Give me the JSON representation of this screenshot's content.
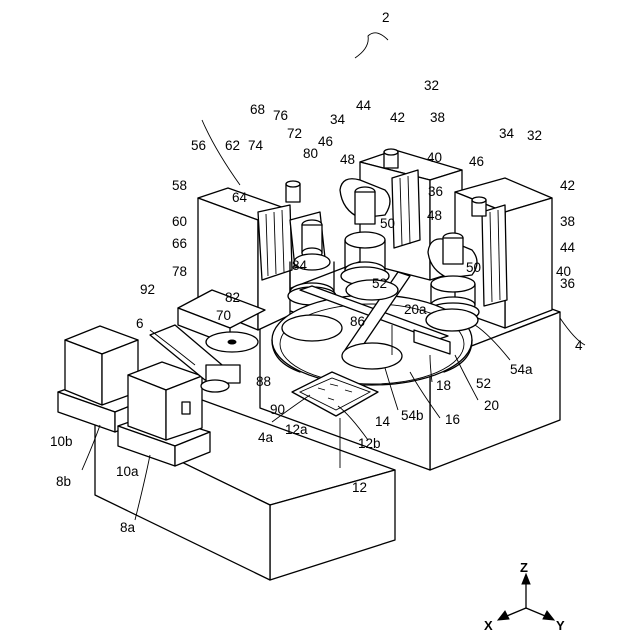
{
  "figure_number": "2",
  "labels": {
    "l4": "4",
    "l4a": "4a",
    "l6": "6",
    "l8a": "8a",
    "l8b": "8b",
    "l10a": "10a",
    "l10b": "10b",
    "l12": "12",
    "l12a": "12a",
    "l12b": "12b",
    "l14": "14",
    "l16": "16",
    "l18": "18",
    "l20": "20",
    "l20a": "20a",
    "l32": "32",
    "l34": "34",
    "l36": "36",
    "l38": "38",
    "l40": "40",
    "l42": "42",
    "l44": "44",
    "l46": "46",
    "l48": "48",
    "l50": "50",
    "l52": "52",
    "l54a": "54a",
    "l54b": "54b",
    "l56": "56",
    "l58": "58",
    "l60": "60",
    "l62": "62",
    "l64": "64",
    "l66": "66",
    "l68": "68",
    "l70": "70",
    "l72": "72",
    "l74": "74",
    "l76": "76",
    "l78": "78",
    "l80": "80",
    "l82": "82",
    "l84": "84",
    "l86": "86",
    "l88": "88",
    "l90": "90",
    "l92": "92"
  },
  "axes": {
    "x": "X",
    "y": "Y",
    "z": "Z"
  }
}
